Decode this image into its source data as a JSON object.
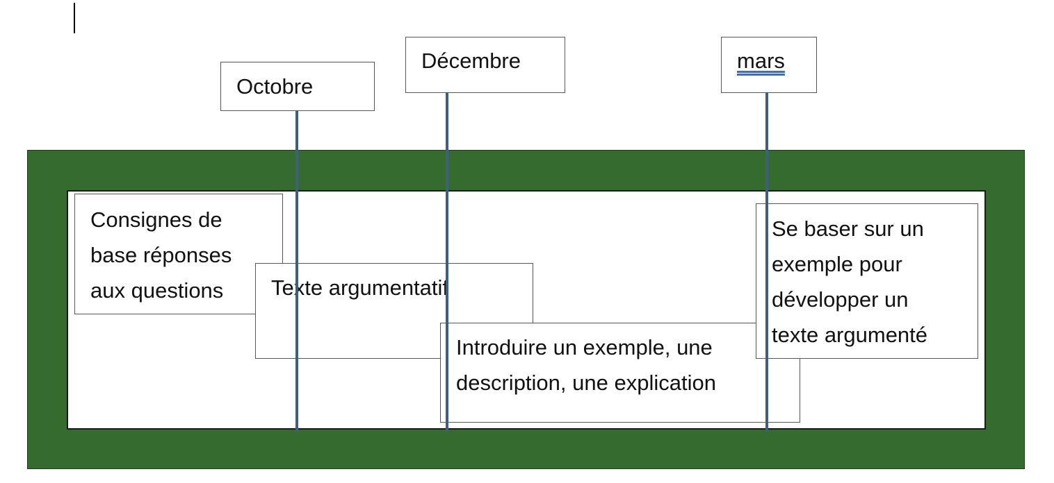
{
  "colors": {
    "frame": "#356b2f",
    "line": "#3e5f7d",
    "month_underline": "#3f6fb5"
  },
  "months": {
    "october": "Octobre",
    "december": "Décembre",
    "march": "mars"
  },
  "activities": {
    "basic_instructions": [
      "Consignes de",
      "base réponses",
      "aux questions"
    ],
    "argumentative_text": [
      "Texte argumentatif"
    ],
    "introduce_example": [
      "Introduire un exemple, une",
      "description, une explication"
    ],
    "build_on_example": [
      "Se baser sur un",
      "exemple pour",
      "développer un",
      "texte argumenté"
    ]
  }
}
